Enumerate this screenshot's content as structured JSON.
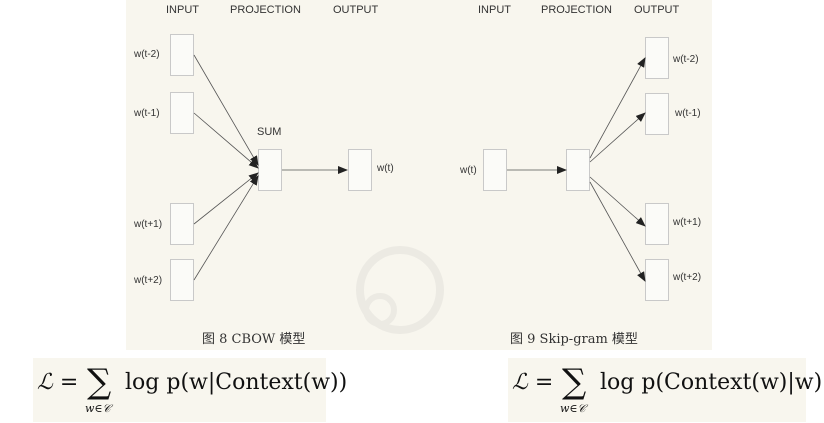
{
  "cbow": {
    "input_header": "INPUT",
    "projection_header": "PROJECTION",
    "output_header": "OUTPUT",
    "inputs": [
      "w(t-2)",
      "w(t-1)",
      "w(t+1)",
      "w(t+2)"
    ],
    "sum_label": "SUM",
    "output": "w(t)",
    "caption": "图 8  CBOW 模型"
  },
  "skipgram": {
    "input_header": "INPUT",
    "projection_header": "PROJECTION",
    "output_header": "OUTPUT",
    "input": "w(t)",
    "outputs": [
      "w(t-2)",
      "w(t-1)",
      "w(t+1)",
      "w(t+2)"
    ],
    "caption": "图 9  Skip-gram 模型"
  },
  "formulas": {
    "cbow": {
      "lhs": "ℒ =",
      "sum": "∑",
      "subscript": "w∈𝒞",
      "rhs": "log p(w|Context(w))"
    },
    "skipgram": {
      "lhs": "ℒ =",
      "sum": "∑",
      "subscript": "w∈𝒞",
      "rhs": "log p(Context(w)|w)"
    }
  },
  "colors": {
    "panel_bg": "#f8f6ee",
    "line": "#555555",
    "box_border": "#c9c9c9"
  }
}
